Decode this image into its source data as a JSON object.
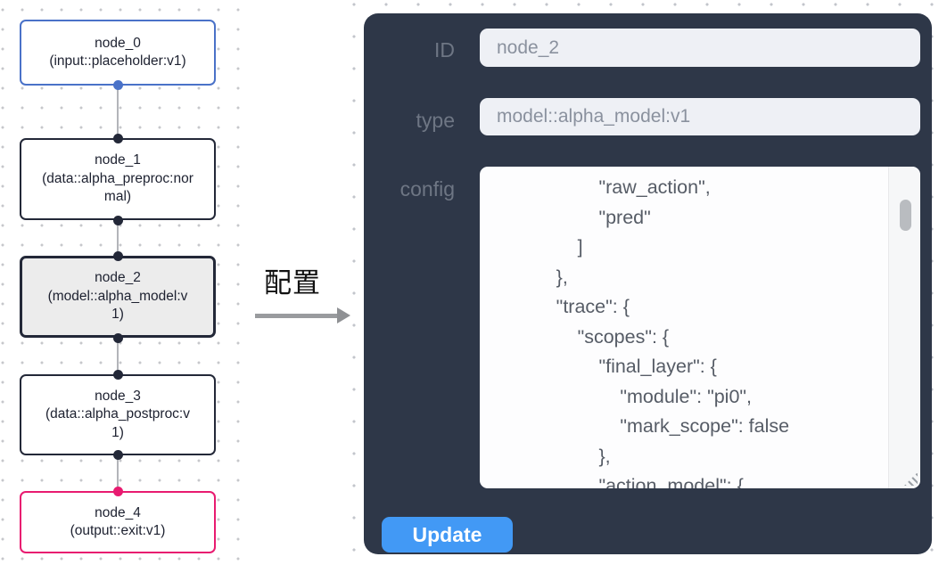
{
  "flow": {
    "nodes": [
      {
        "id": "node_0",
        "label": "node_0",
        "type_label": "(input::placeholder:v1)",
        "accent": "#4a72c8",
        "selected": false
      },
      {
        "id": "node_1",
        "label": "node_1",
        "type_label": "(data::alpha_preproc:normal)",
        "accent": "#232838",
        "selected": false
      },
      {
        "id": "node_2",
        "label": "node_2",
        "type_label": "(model::alpha_model:v1)",
        "accent": "#232838",
        "selected": true
      },
      {
        "id": "node_3",
        "label": "node_3",
        "type_label": "(data::alpha_postproc:v1)",
        "accent": "#232838",
        "selected": false
      },
      {
        "id": "node_4",
        "label": "node_4",
        "type_label": "(output::exit:v1)",
        "accent": "#e81b70",
        "selected": false
      }
    ]
  },
  "annotation": {
    "label": "配置"
  },
  "panel": {
    "id_field": {
      "label": "ID",
      "value": "node_2"
    },
    "type_field": {
      "label": "type",
      "value": "model::alpha_model:v1"
    },
    "config_field": {
      "label": "config",
      "value": "                    \"raw_action\",\n                    \"pred\"\n                ]\n            },\n            \"trace\": {\n                \"scopes\": {\n                    \"final_layer\": {\n                        \"module\": \"pi0\",\n                        \"mark_scope\": false\n                    },\n                    \"action_model\": {"
    },
    "update_button_label": "Update"
  },
  "colors": {
    "panel_bg": "#2e3748",
    "field_bg": "#eef0f5",
    "field_text": "#8a919e",
    "label_text": "#6e7684",
    "editor_bg": "#fdfdfe",
    "editor_text": "#565c66",
    "primary_button": "#4299f5",
    "button_text": "#ffffff",
    "node_input_accent": "#4a72c8",
    "node_default_accent": "#232838",
    "node_output_accent": "#e81b70",
    "selected_node_bg": "#ececec",
    "edge": "#b3b5ba",
    "annotation_text": "#111111",
    "arrow": "#999b9e"
  }
}
